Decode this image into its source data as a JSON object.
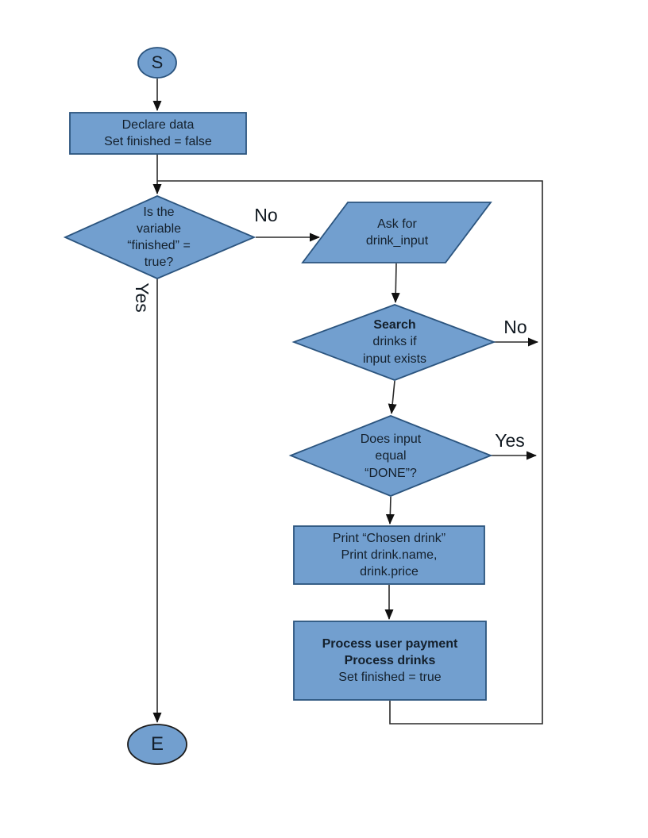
{
  "colors": {
    "shape_fill": "#729fcf",
    "shape_border": "#2b547e",
    "line": "#1a1a1a",
    "text": "#14202c"
  },
  "nodes": {
    "start": {
      "label": "S"
    },
    "declare": {
      "text": "Declare data\nSet finished = false"
    },
    "finished_check": {
      "text": "Is the\nvariable\n“finished” =\ntrue?"
    },
    "ask_input": {
      "text": "Ask for\ndrink_input"
    },
    "search": {
      "title": "Search",
      "text": "drinks if\ninput exists"
    },
    "done_check": {
      "text": "Does input\nequal\n“DONE”?"
    },
    "print_drink": {
      "text": "Print “Chosen drink”\nPrint drink.name,\ndrink.price"
    },
    "process_payment": {
      "title": "Process user payment\nProcess drinks",
      "text": "Set finished = true"
    },
    "end": {
      "label": "E"
    }
  },
  "edge_labels": {
    "finished_no": "No",
    "finished_yes": "Yes",
    "search_no": "No",
    "done_yes": "Yes"
  }
}
